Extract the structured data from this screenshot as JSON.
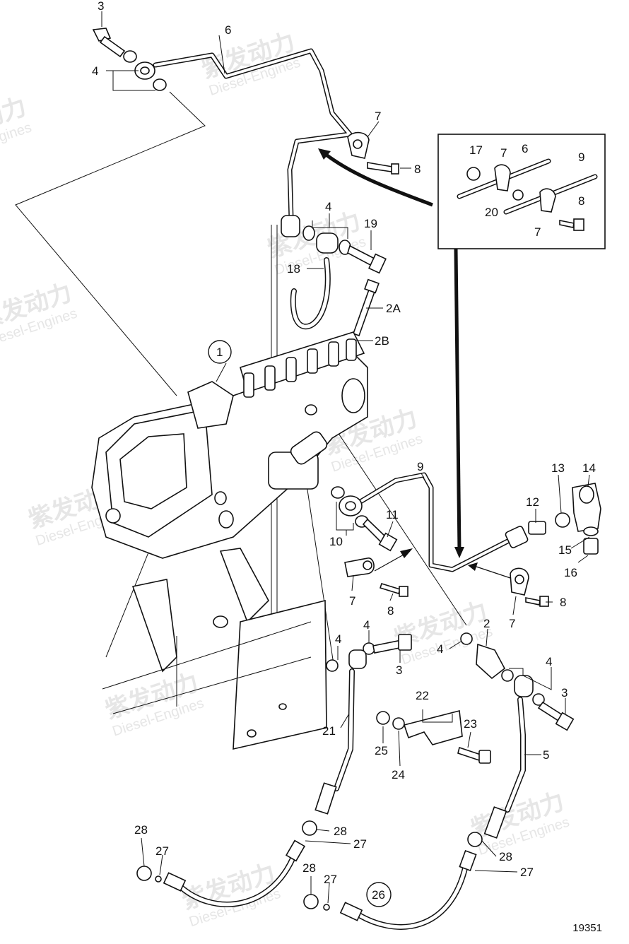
{
  "watermark": {
    "brand_cn": "紫发动力",
    "brand_en": "Diesel-Engines"
  },
  "figure_number": "19351",
  "callouts": {
    "c1": "1",
    "c2": "2",
    "c2A": "2A",
    "c2B": "2B",
    "c3_top": "3",
    "c3_mid": "3",
    "c3_right": "3",
    "c4_top": "4",
    "c4_upper": "4",
    "c4_left_low": "4",
    "c4_mid_low": "4",
    "c4_bolt": "4",
    "c4_right": "4",
    "c5": "5",
    "c6": "6",
    "c6_inset": "6",
    "c7_top": "7",
    "c7_inset_a": "7",
    "c7_inset_b": "7",
    "c7_mid": "7",
    "c7_right": "7",
    "c8_top": "8",
    "c8_inset": "8",
    "c8_mid": "8",
    "c8_right": "8",
    "c9": "9",
    "c9_inset": "9",
    "c10": "10",
    "c11": "11",
    "c12": "12",
    "c13": "13",
    "c14": "14",
    "c15": "15",
    "c16": "16",
    "c17": "17",
    "c18": "18",
    "c19": "19",
    "c20": "20",
    "c21": "21",
    "c22": "22",
    "c23": "23",
    "c24": "24",
    "c25": "25",
    "c26": "26",
    "c27_a": "27",
    "c27_b": "27",
    "c27_c": "27",
    "c27_d": "27",
    "c28_a": "28",
    "c28_b": "28",
    "c28_c": "28",
    "c28_d": "28"
  }
}
